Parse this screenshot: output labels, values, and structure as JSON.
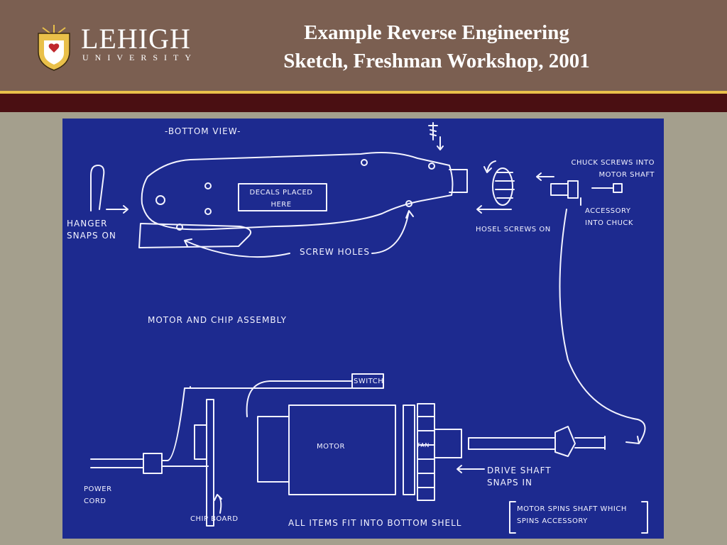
{
  "header": {
    "logo_word": "LEHIGH",
    "logo_sub": "UNIVERSITY",
    "title_line1": "Example Reverse Engineering",
    "title_line2": "Sketch, Freshman Workshop, 2001"
  },
  "colors": {
    "header_brown": "#7b5f51",
    "gold_stripe": "#e9c04a",
    "maroon_band": "#4a0f12",
    "slide_bg": "#a49f8d",
    "blueprint_blue": "#1d2a8f",
    "sketch_white": "#f3f3ff"
  },
  "sketch": {
    "bottom_view": "-BOTTOM VIEW-",
    "hanger": "HANGER\nSNAPS ON",
    "decals": "DECALS PLACED\nHERE",
    "screw_holes": "SCREW HOLES",
    "hosel": "HOSEL SCREWS ON",
    "chuck": "CHUCK SCREWS INTO\nMOTOR SHAFT",
    "accessory": "ACCESSORY\nINTO CHUCK",
    "assembly_title": "MOTOR AND CHIP ASSEMBLY",
    "switch": "SWITCH",
    "motor": "MOTOR",
    "fan": "FAN",
    "drive_shaft": "DRIVE SHAFT\nSNAPS IN",
    "power_cord": "POWER\nCORD",
    "chip_board": "CHIP BOARD",
    "fit_note": "ALL ITEMS FIT INTO BOTTOM SHELL",
    "spin_note": "MOTOR SPINS SHAFT WHICH\nSPINS ACCESSORY"
  }
}
